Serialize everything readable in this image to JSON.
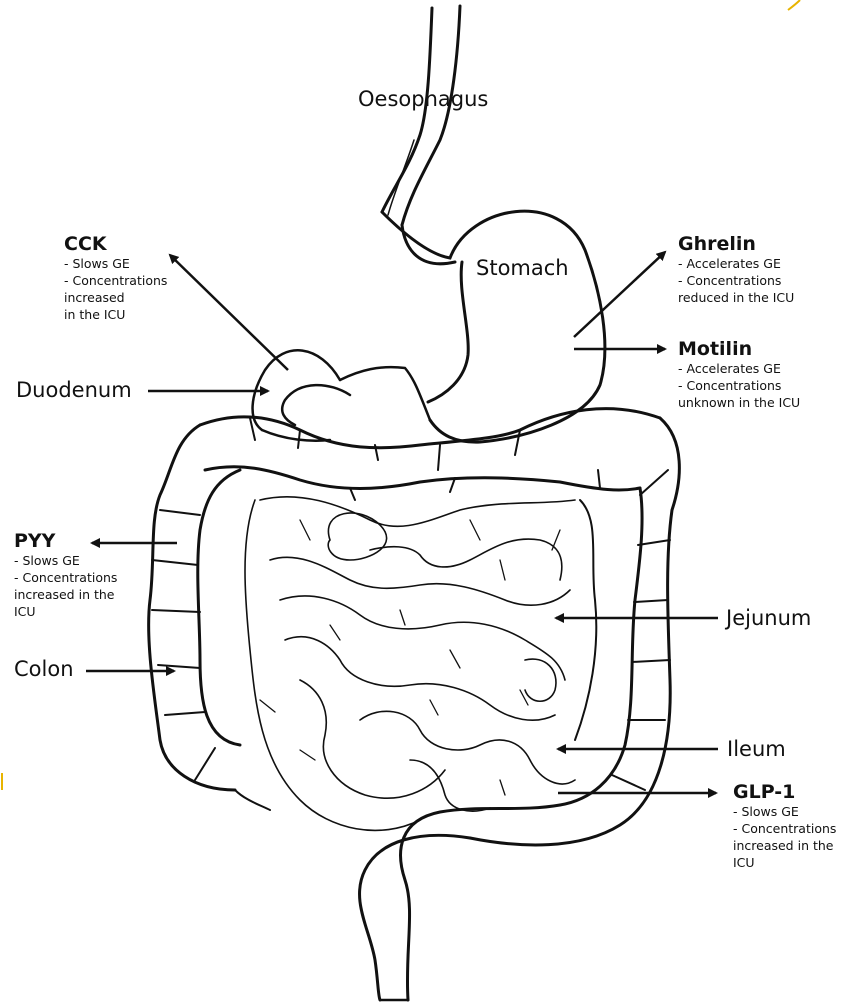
{
  "organs": {
    "oesophagus": "Oesophagus",
    "stomach": "Stomach",
    "duodenum": "Duodenum",
    "colon": "Colon",
    "jejunum": "Jejunum",
    "ileum": "Ileum"
  },
  "hormones": {
    "cck": {
      "name": "CCK",
      "lines": [
        "- Slows GE",
        "- Concentrations",
        "increased",
        "in the ICU"
      ]
    },
    "ghrelin": {
      "name": "Ghrelin",
      "lines": [
        "- Accelerates GE",
        "- Concentrations",
        "reduced in the ICU"
      ]
    },
    "motilin": {
      "name": "Motilin",
      "lines": [
        "- Accelerates GE",
        "- Concentrations",
        "unknown in the ICU"
      ]
    },
    "pyy": {
      "name": "PYY",
      "lines": [
        "- Slows GE",
        "- Concentrations",
        "increased in the",
        "ICU"
      ]
    },
    "glp1": {
      "name": "GLP-1",
      "lines": [
        "- Slows GE",
        "- Concentrations",
        "increased in the",
        "ICU"
      ]
    }
  },
  "colors": {
    "line": "#111111",
    "corner_marks": "#e8b400"
  }
}
